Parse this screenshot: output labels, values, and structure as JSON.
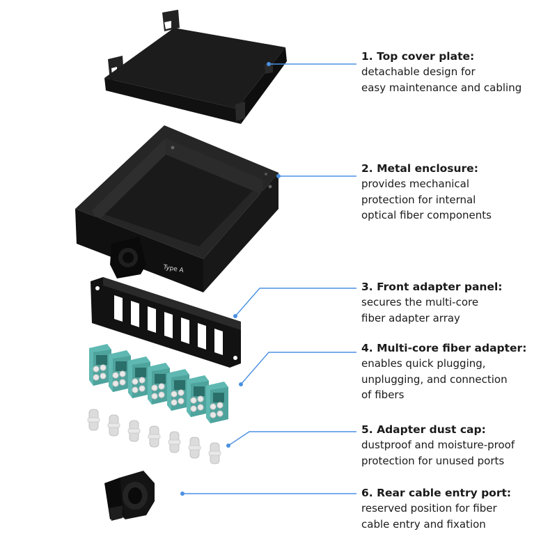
{
  "colors": {
    "leader_line": "#4a90e2",
    "metal": "#161616",
    "adapter_body": "#5fb8b2",
    "adapter_ports": "#e9e9e9",
    "dust_cap": "#dcdcdc",
    "text": "#1a1a1a"
  },
  "enclosure_label": "Type A",
  "callouts": [
    {
      "title": "1. Top cover plate:",
      "desc": [
        "detachable design for",
        "easy maintenance and cabling"
      ]
    },
    {
      "title": "2. Metal enclosure:",
      "desc": [
        "provides mechanical",
        "protection for internal",
        "optical fiber components"
      ]
    },
    {
      "title": "3. Front adapter panel:",
      "desc": [
        "secures the multi-core",
        "fiber adapter array"
      ]
    },
    {
      "title": "4. Multi-core fiber adapter:",
      "desc": [
        "enables quick plugging,",
        "unplugging, and connection",
        "of fibers"
      ]
    },
    {
      "title": "5. Adapter dust cap:",
      "desc": [
        "dustproof and moisture-proof",
        "protection for unused ports"
      ]
    },
    {
      "title": "6. Rear cable entry port:",
      "desc": [
        "reserved position for fiber",
        "cable entry and fixation"
      ]
    }
  ]
}
